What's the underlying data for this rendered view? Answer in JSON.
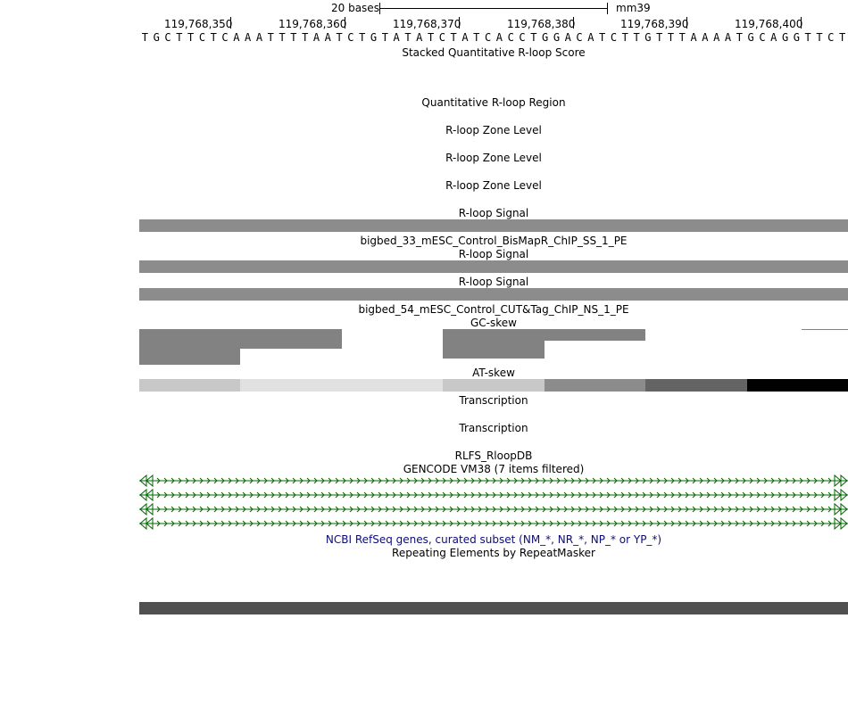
{
  "ruler": {
    "scale_label": "20 bases",
    "assembly": "mm39",
    "coords": [
      "119,768,350",
      "119,768,360",
      "119,768,370",
      "119,768,380",
      "119,768,390",
      "119,768,400"
    ]
  },
  "sequence": "TGCTTCTCAAATTTTAATCTGTATATCTATCACCTGGACATCTTGTTTAAAATGCAGGTTCT",
  "tracks": {
    "stacked_score": "Stacked Quantitative R-loop Score",
    "quant_region": "Quantitative R-loop Region",
    "zone_level_1": "R-loop Zone Level",
    "zone_level_2": "R-loop Zone Level",
    "zone_level_3": "R-loop Zone Level",
    "signal_1": "R-loop Signal",
    "bigbed_33": "bigbed_33_mESC_Control_BisMapR_ChIP_SS_1_PE",
    "signal_2": "R-loop Signal",
    "signal_3": "R-loop Signal",
    "bigbed_54": "bigbed_54_mESC_Control_CUT&Tag_ChIP_NS_1_PE",
    "gc_skew": "GC-skew",
    "at_skew": "AT-skew",
    "transcription_1": "Transcription",
    "transcription_2": "Transcription",
    "rlfs": "RLFS_RloopDB",
    "gencode": "GENCODE VM38 (7 items filtered)",
    "ncbi": "NCBI RefSeq genes, curated subset (NM_*, NR_*, NP_* or YP_*)",
    "repeatmasker": "Repeating Elements by RepeatMasker"
  },
  "gc_skew_segments": [
    {
      "top_value": 1.0,
      "bottom_value": 1.0
    },
    {
      "top_value": 1.0,
      "bottom_value": 0.55
    },
    {
      "top_value": 1.0,
      "bottom_value": 0.0
    },
    {
      "top_value": 1.0,
      "bottom_value": 0.82
    },
    {
      "top_value": 1.0,
      "bottom_value": 0.33
    },
    {
      "top_value": 1.0,
      "bottom_value": 0.0
    },
    {
      "top_value": 1.0,
      "bottom_value": 0.0
    }
  ],
  "at_skew_shades": [
    "#c8c8c8",
    "#e1e1e1",
    "#e1e1e1",
    "#c8c8c8",
    "#8c8c8c",
    "#646464",
    "#000000"
  ],
  "colors": {
    "signal_bar": "#8c8c8c",
    "gc_skew": "#828282",
    "gene_line": "#006400",
    "repeat_bar": "#505050",
    "ncbi_label": "#0c0c78"
  },
  "gene_count": 4
}
